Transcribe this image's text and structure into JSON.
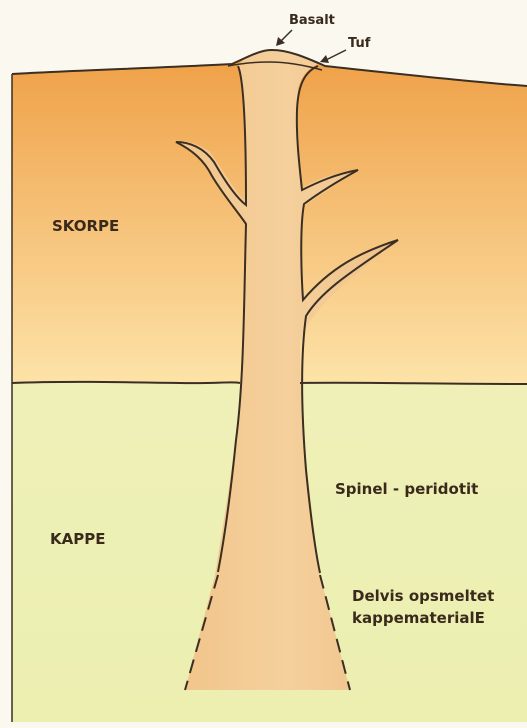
{
  "diagram": {
    "labels": {
      "basalt": "Basalt",
      "tuf": "Tuf",
      "skorpe": "SKORPE",
      "kappe": "KAPPE",
      "spinel_peridotit": "Spinel - peridotit",
      "delvis_line1": "Delvis opsmeltet",
      "delvis_line2": "kappematerialE"
    },
    "colors": {
      "crust_top": "#f0a64a",
      "crust_bottom": "#fbdca0",
      "mantle": "#eef0b4",
      "pipe": "#f2c890",
      "outline": "#3b2e22"
    }
  }
}
